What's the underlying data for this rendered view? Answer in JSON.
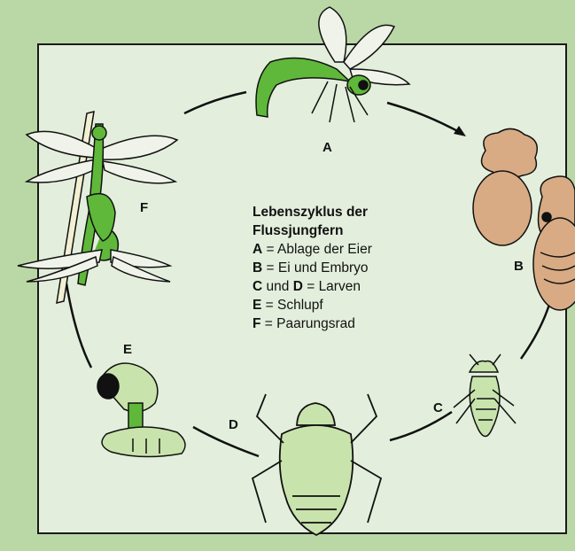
{
  "colors": {
    "outer_background": "#b9d8a6",
    "panel_background": "#e3efdc",
    "adult_green": "#5fb83a",
    "egg_tan": "#d8ab84",
    "larva_green": "#c9e3ad"
  },
  "stage_labels": {
    "a": "A",
    "b": "B",
    "c": "C",
    "d": "D",
    "e": "E",
    "f": "F"
  },
  "legend": {
    "title_line1": "Lebenszyklus der",
    "title_line2": "Flussjungfern",
    "items": [
      {
        "key": "A",
        "sep": " = ",
        "text": "Ablage der Eier"
      },
      {
        "key": "B",
        "sep": " = ",
        "text": "Ei und Embryo"
      },
      {
        "key": "C",
        "sep": " und ",
        "key2": "D",
        "sep2": " = ",
        "text": "Larven"
      },
      {
        "key": "E",
        "sep": " = ",
        "text": "Schlupf"
      },
      {
        "key": "F",
        "sep": " = ",
        "text": "Paarungsrad"
      }
    ]
  },
  "icons": [
    "dragonfly-ovipositing-icon",
    "egg-embryo-icon",
    "young-larva-icon",
    "mature-larva-icon",
    "emerging-dragonfly-icon",
    "mating-wheel-icon",
    "cycle-arrow-icon"
  ]
}
